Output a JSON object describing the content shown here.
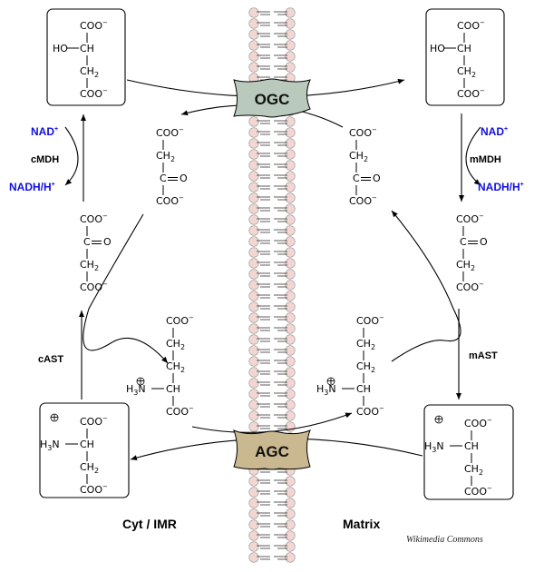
{
  "transporters": {
    "ogc": {
      "label": "OGC",
      "color": "#b9c9bc"
    },
    "agc": {
      "label": "AGC",
      "color": "#c9b890"
    }
  },
  "membrane": {
    "head_color": "#f2d6d3",
    "tail_color": "#333333"
  },
  "chem": {
    "coo": "COO",
    "ho": "HO",
    "ch": "CH",
    "ch2": "CH",
    "two": "2",
    "minus": "−",
    "c": "C",
    "o": "O",
    "h3": "H",
    "three": "3",
    "n": "N",
    "plus": "+"
  },
  "cofactors": {
    "nad": "NAD",
    "nad_plus": "+",
    "nadh": "NADH/H",
    "nadh_plus": "+",
    "color": "#1010e0"
  },
  "enzymes": {
    "cmdh": "cMDH",
    "mmdh": "mMDH",
    "cast": "cAST",
    "mast": "mAST"
  },
  "regions": {
    "left": "Cyt / IMR",
    "right": "Matrix"
  },
  "credit": "Wikimedia Commons"
}
